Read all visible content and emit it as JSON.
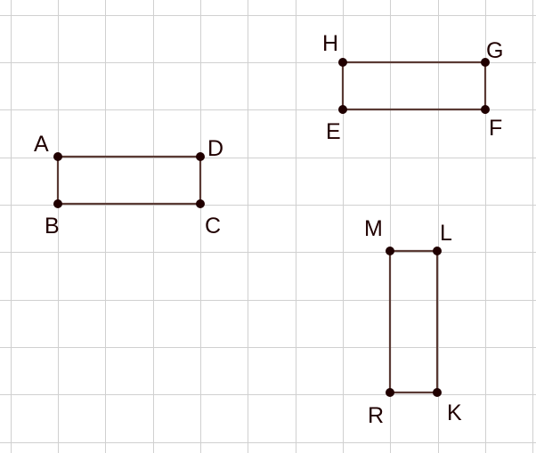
{
  "colors": {
    "background": "#ffffff",
    "grid": "#d0d0d0",
    "edge": "#5a3a34",
    "vertex": "#200000",
    "label": "#200000"
  },
  "rectangles": [
    {
      "name": "ABCD",
      "vertices": [
        "A",
        "B",
        "C",
        "D"
      ]
    },
    {
      "name": "EFGH",
      "vertices": [
        "E",
        "F",
        "G",
        "H"
      ]
    },
    {
      "name": "RKLM",
      "vertices": [
        "R",
        "K",
        "L",
        "M"
      ]
    }
  ],
  "labels": {
    "A": "A",
    "B": "B",
    "C": "C",
    "D": "D",
    "E": "E",
    "F": "F",
    "G": "G",
    "H": "H",
    "K": "K",
    "L": "L",
    "M": "M",
    "R": "R"
  }
}
